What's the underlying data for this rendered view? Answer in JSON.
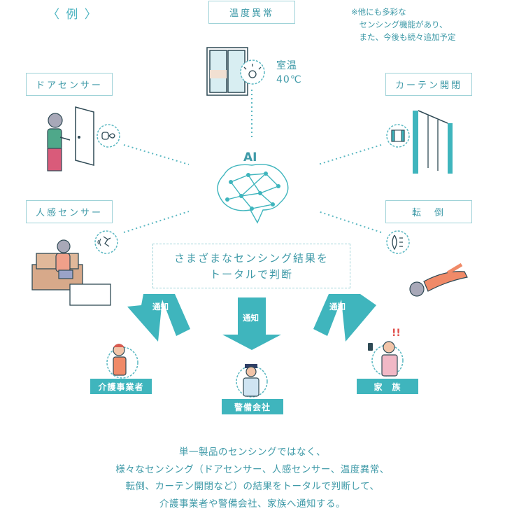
{
  "example_label": "〈 例 〉",
  "note": "※他にも多彩な\n　センシング機能があり、\n　また、今後も続々追加予定",
  "sensors": {
    "temperature": "温度異常",
    "door": "ドアセンサー",
    "curtain": "カーテン開閉",
    "motion": "人感センサー",
    "fall": "転　倒"
  },
  "room_temp": "室温\n40℃",
  "ai_label": "AI",
  "center_text": "さまざまなセンシング結果を\nトータルで判断",
  "notify_label": "通知",
  "recipients": {
    "caregiver": "介護事業者",
    "security": "警備会社",
    "family": "家　族"
  },
  "summary": "単一製品のセンシングではなく、\n様々なセンシング（ドアセンサー、人感センサー、温度異常、\n転倒、カーテン開閉など）の結果をトータルで判断して、\n介護事業者や警備会社、家族へ通知する。",
  "colors": {
    "accent": "#3fb5bd",
    "line": "#9fd2d8",
    "text": "#3f9aa8"
  }
}
